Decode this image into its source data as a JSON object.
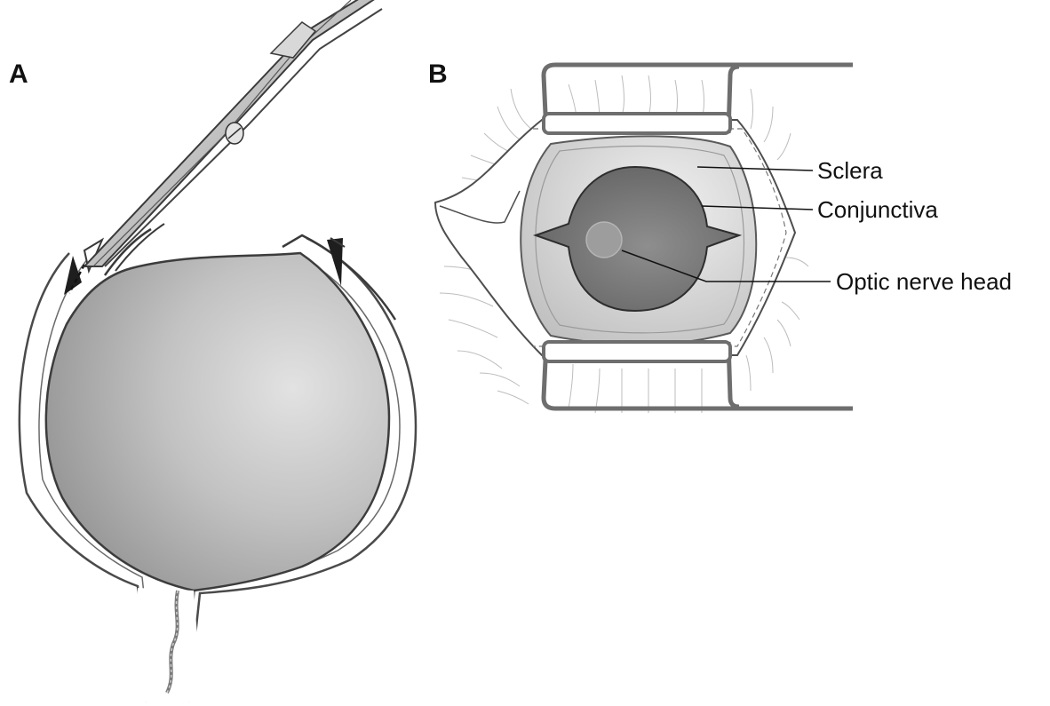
{
  "panels": {
    "a": {
      "letter": "A"
    },
    "b": {
      "letter": "B",
      "labels": {
        "sclera": "Sclera",
        "conjunctiva": "Conjunctiva",
        "optic_nerve_head": "Optic nerve head"
      }
    }
  },
  "colors": {
    "outline": "#555555",
    "globe_fill": "#a8a8a8",
    "retractor": "#8a8a8a",
    "lashes": "#bdbdbd"
  }
}
